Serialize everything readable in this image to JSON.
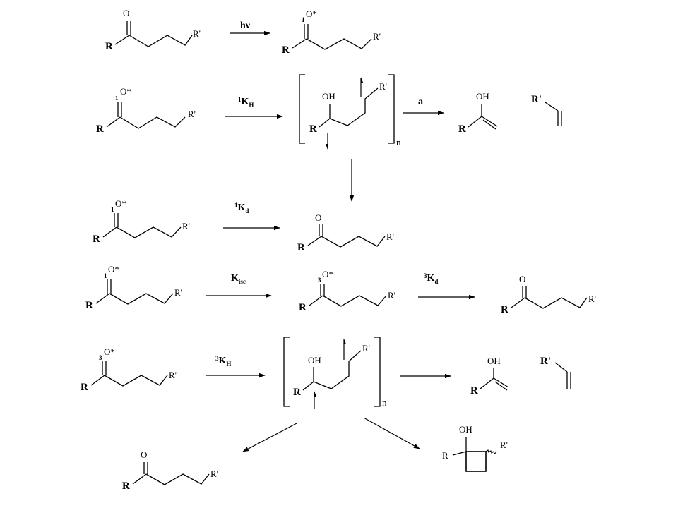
{
  "atoms": {
    "R": "R",
    "R_prime": "R'",
    "O": "O",
    "OH": "OH",
    "excited_O": "O*",
    "singlet_mark": "1",
    "triplet_mark": "3",
    "n": "n"
  },
  "steps": {
    "photoexcitation": "hν",
    "singlet_abstraction": {
      "sup": "1",
      "main": "K",
      "sub": "H"
    },
    "cleavage_a": "a",
    "singlet_decay": {
      "sup": "1",
      "main": "K",
      "sub": "d"
    },
    "intersystem_crossing": {
      "main": "K",
      "sub": "isc"
    },
    "triplet_decay": {
      "sup": "3",
      "main": "K",
      "sub": "d"
    },
    "triplet_abstraction": {
      "sup": "3",
      "main": "K",
      "sub": "H"
    }
  }
}
